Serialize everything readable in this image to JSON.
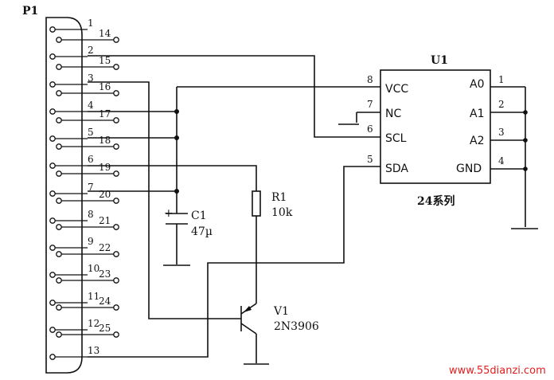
{
  "connector": {
    "name": "P1",
    "pins_left": [
      "1",
      "2",
      "3",
      "4",
      "5",
      "6",
      "7",
      "8",
      "9",
      "10",
      "11",
      "12",
      "13"
    ],
    "pins_right": [
      "14",
      "15",
      "16",
      "17",
      "18",
      "19",
      "20",
      "21",
      "22",
      "23",
      "24",
      "25"
    ]
  },
  "ic": {
    "name": "U1",
    "series": "24系列",
    "left_pins": [
      {
        "num": "8",
        "label": "VCC"
      },
      {
        "num": "7",
        "label": "NC"
      },
      {
        "num": "6",
        "label": "SCL"
      },
      {
        "num": "5",
        "label": "SDA"
      }
    ],
    "right_pins": [
      {
        "num": "1",
        "label": "A0"
      },
      {
        "num": "2",
        "label": "A1"
      },
      {
        "num": "3",
        "label": "A2"
      },
      {
        "num": "4",
        "label": "GND"
      }
    ]
  },
  "resistor": {
    "name": "R1",
    "value": "10k"
  },
  "capacitor": {
    "name": "C1",
    "value": "47µ",
    "polarity": "+"
  },
  "transistor": {
    "name": "V1",
    "part": "2N3906"
  },
  "watermark": "www.55dianzi.com",
  "colors": {
    "ink": "#111111",
    "watermark": "#e02020"
  }
}
